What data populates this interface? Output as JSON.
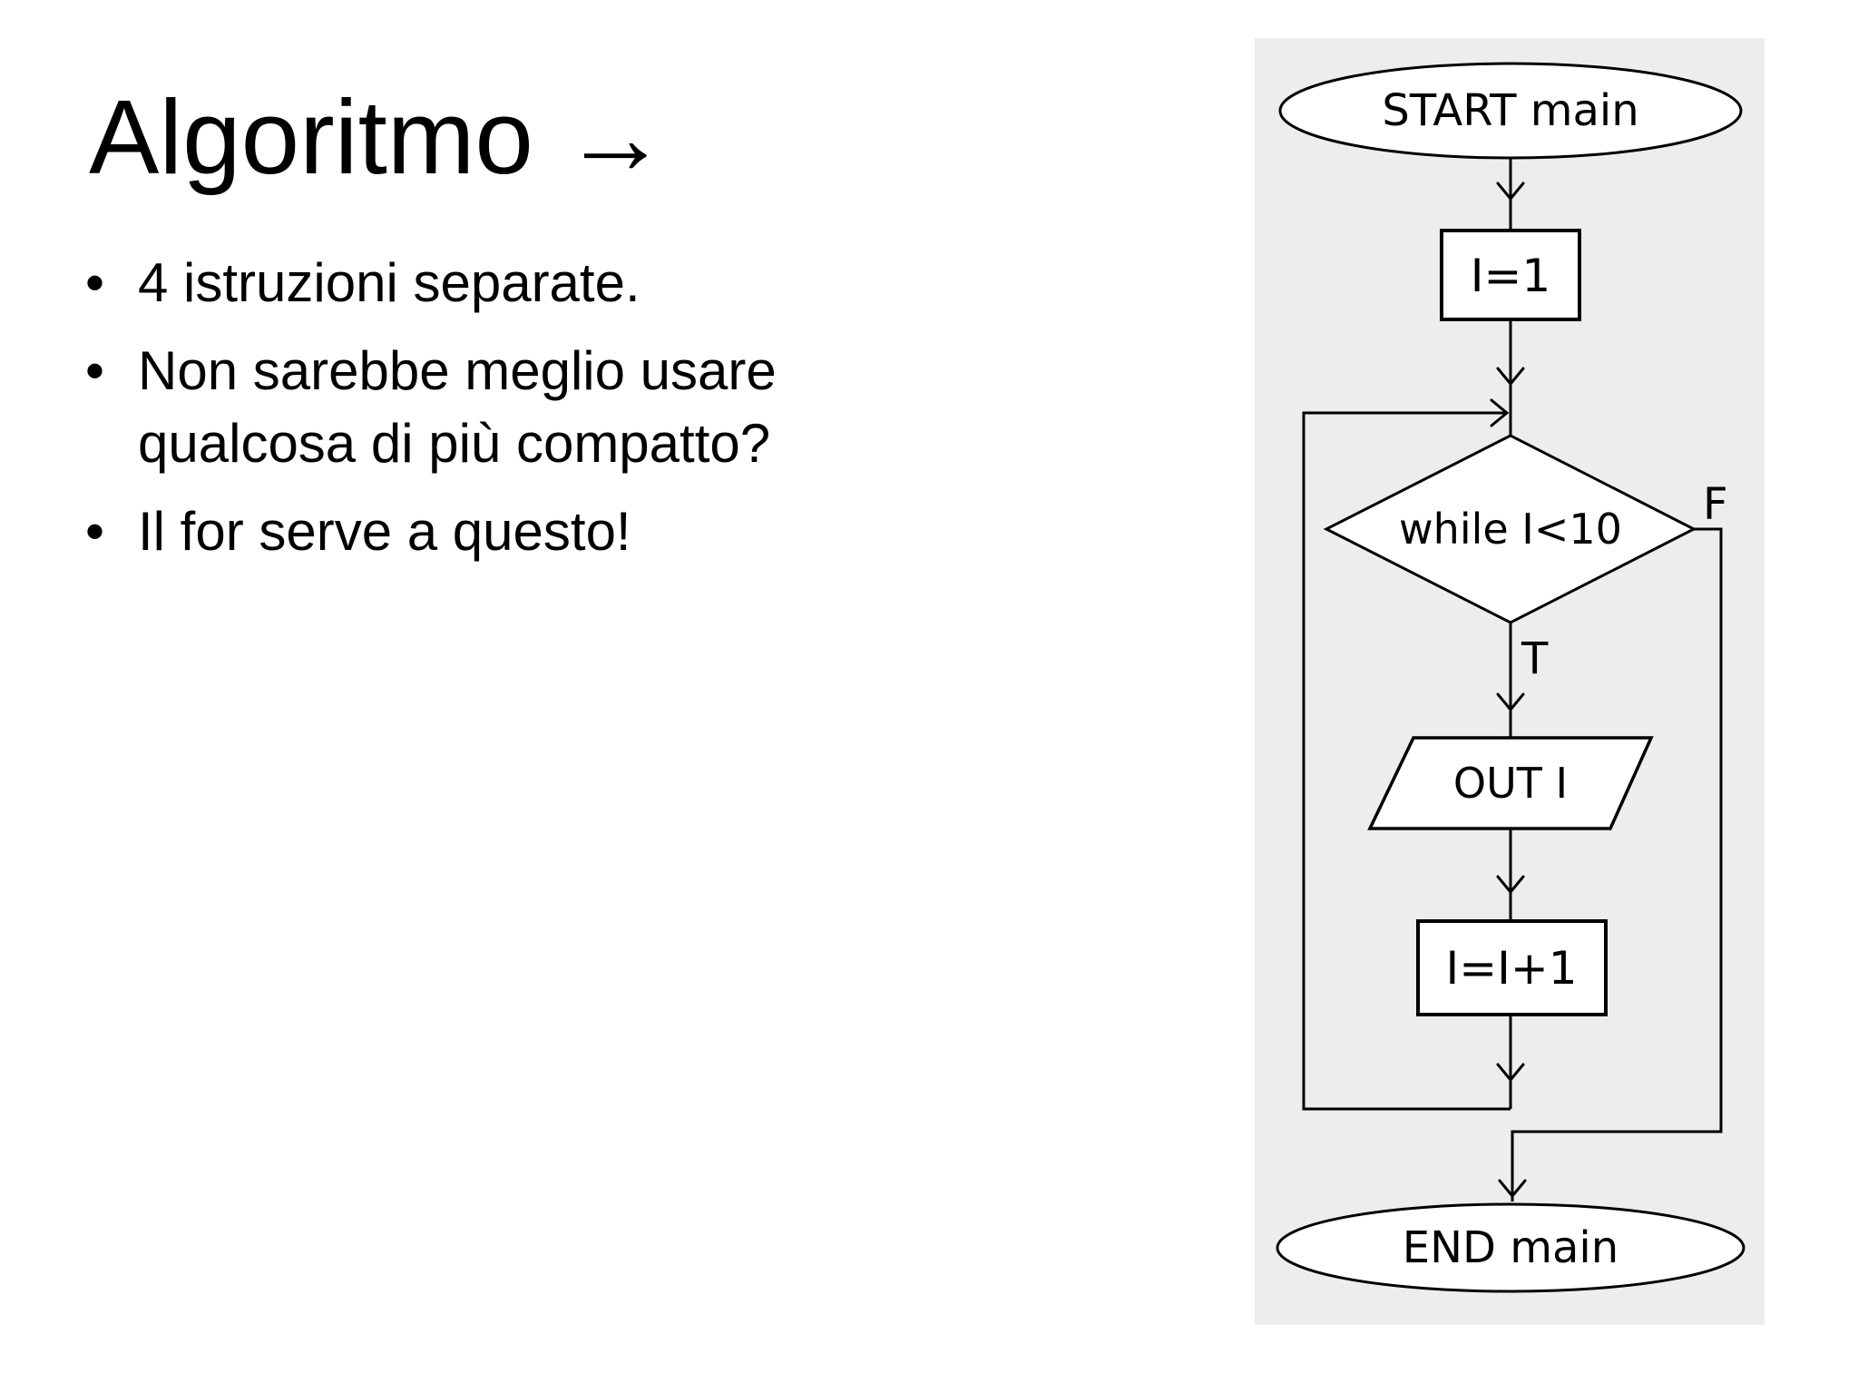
{
  "slide": {
    "title": "Algoritmo →",
    "bullets": [
      "4 istruzioni separate.",
      "Non sarebbe meglio usare qualcosa di più compatto?",
      "Il for serve a questo!"
    ],
    "bullet_marker": "•"
  },
  "flowchart": {
    "nodes": {
      "start": {
        "type": "terminator",
        "label": "START main"
      },
      "init": {
        "type": "process",
        "label": "I=1"
      },
      "condition": {
        "type": "decision",
        "label": "while I<10"
      },
      "output": {
        "type": "io",
        "label": "OUT I"
      },
      "increment": {
        "type": "process",
        "label": "I=I+1"
      },
      "end": {
        "type": "terminator",
        "label": "END main"
      }
    },
    "branch_labels": {
      "true": "T",
      "false": "F"
    },
    "colors": {
      "panel_bg": "#ededed",
      "line": "#000000",
      "node_fill": "#ffffff"
    }
  }
}
